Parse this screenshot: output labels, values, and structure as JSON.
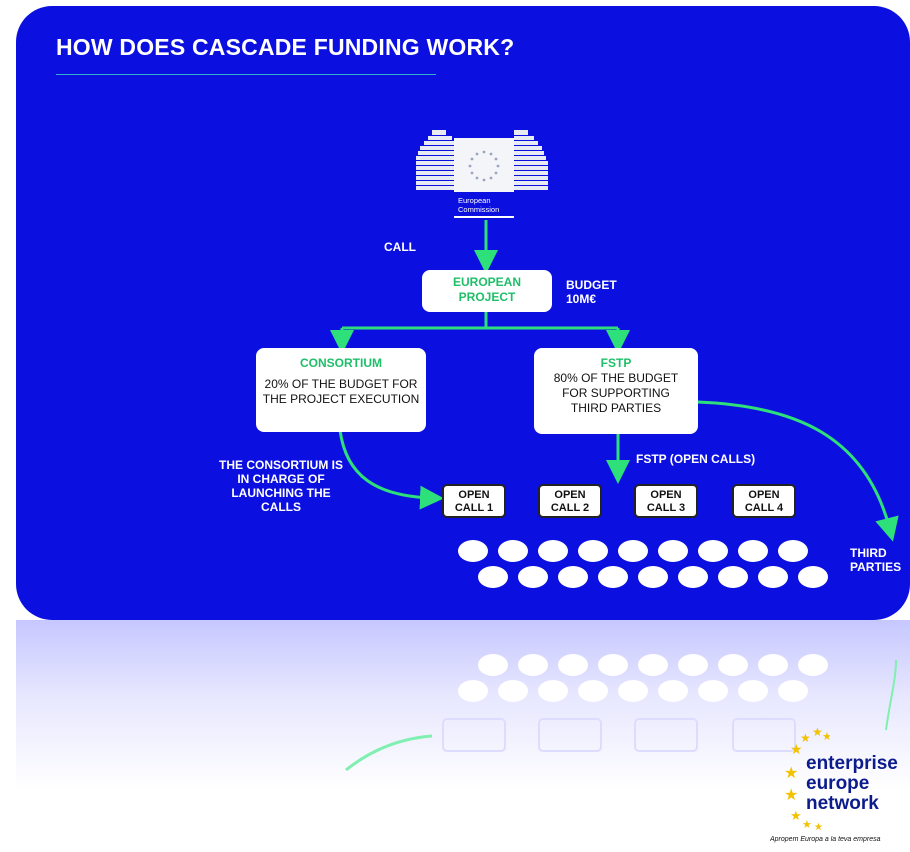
{
  "title": "HOW DOES CASCADE FUNDING WORK?",
  "commission": {
    "line1": "European",
    "line2": "Commission"
  },
  "call_label": "CALL",
  "european_project": {
    "line1": "EUROPEAN",
    "line2": "PROJECT"
  },
  "budget": {
    "line1": "BUDGET",
    "line2": "10M€"
  },
  "consortium": {
    "head": "CONSORTIUM",
    "line1": "20% OF THE BUDGET FOR",
    "line2": "THE PROJECT EXECUTION"
  },
  "fstp": {
    "head": "FSTP",
    "line1": "80% OF THE BUDGET",
    "line2": "FOR SUPPORTING",
    "line3": "THIRD PARTIES"
  },
  "fstp_open_calls": "FSTP (OPEN CALLS)",
  "consortium_note": {
    "line1": "THE CONSORTIUM IS",
    "line2": "IN CHARGE OF",
    "line3": "LAUNCHING THE",
    "line4": "CALLS"
  },
  "open_calls": [
    {
      "line1": "OPEN",
      "line2": "CALL 1"
    },
    {
      "line1": "OPEN",
      "line2": "CALL 2"
    },
    {
      "line1": "OPEN",
      "line2": "CALL 3"
    },
    {
      "line1": "OPEN",
      "line2": "CALL 4"
    }
  ],
  "third_parties": {
    "line1": "THIRD",
    "line2": "PARTIES"
  },
  "logo": {
    "line1": "enterprise",
    "line2": "europe",
    "line3": "network",
    "tagline": "Apropem Europa a la teva empresa"
  },
  "colors": {
    "background": "#0b0fe0",
    "accent": "#1fbf6a",
    "arrow": "#2ee07a"
  }
}
